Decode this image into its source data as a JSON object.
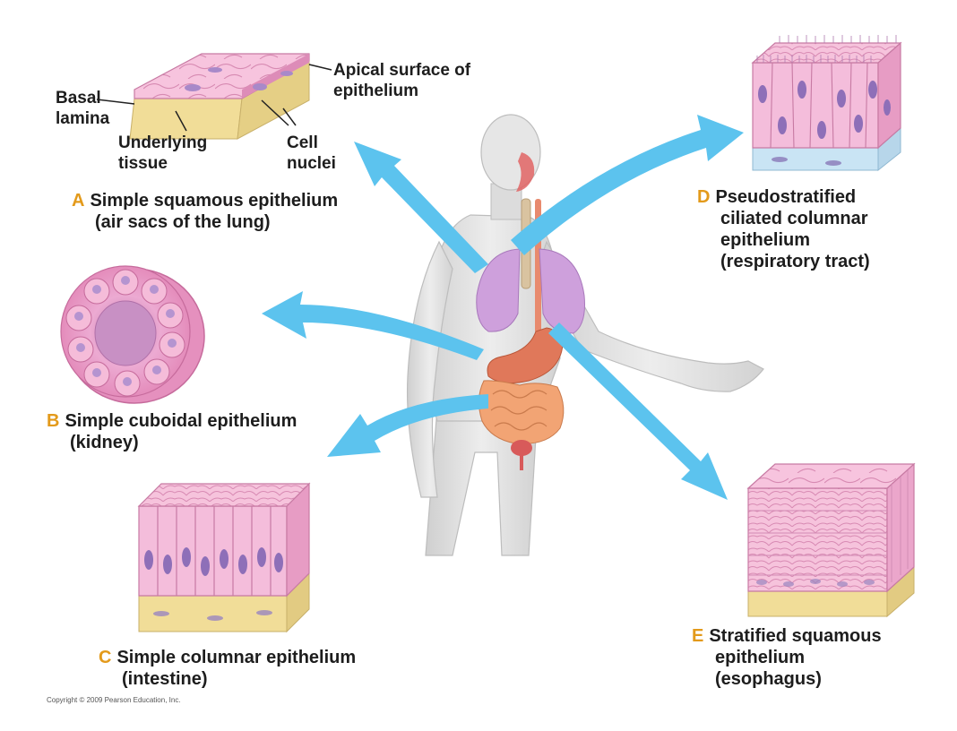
{
  "colors": {
    "arrow": "#5cc3ee",
    "letter": "#e39a1b",
    "cell_pink": "#f2a9cf",
    "cell_pink_dark": "#d77aab",
    "nucleus": "#8e6fb8",
    "tissue_yellow": "#f1e3a6",
    "lung_purple": "#c99ad9",
    "stomach": "#e0785a",
    "intestine": "#f0a070",
    "body_gray": "#e2e2e2"
  },
  "figure": {
    "labels": {
      "basal_lamina": [
        "Basal",
        "lamina"
      ],
      "underlying_tissue": [
        "Underlying",
        "tissue"
      ],
      "cell_nuclei": [
        "Cell",
        "nuclei"
      ],
      "apical_surface": [
        "Apical surface of",
        "epithelium"
      ]
    },
    "captions": {
      "a": {
        "letter": "A",
        "lines": [
          "Simple squamous epithelium",
          "(air sacs of the lung)"
        ]
      },
      "b": {
        "letter": "B",
        "lines": [
          "Simple cuboidal epithelium",
          "(kidney)"
        ]
      },
      "c": {
        "letter": "C",
        "lines": [
          "Simple columnar epithelium",
          "(intestine)"
        ]
      },
      "d": {
        "letter": "D",
        "lines": [
          "Pseudostratified",
          "ciliated columnar",
          "epithelium",
          "(respiratory tract)"
        ]
      },
      "e": {
        "letter": "E",
        "lines": [
          "Stratified squamous",
          "epithelium",
          "(esophagus)"
        ]
      }
    },
    "copyright": "Copyright © 2009 Pearson Education, Inc."
  }
}
